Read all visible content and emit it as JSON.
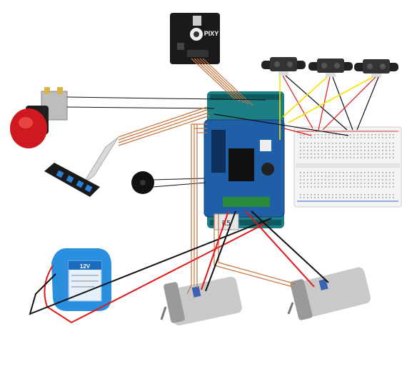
{
  "diagram": {
    "pixy_label": "PIXY",
    "battery_label": "12V",
    "shield_label": "R5",
    "colors": {
      "wire_copper": "#c8733c",
      "wire_red": "#e01818",
      "wire_black": "#111111",
      "wire_yellow": "#f2e200",
      "board_blue": "#1f5fa8",
      "arduino_teal": "#1c7f86",
      "breadboard": "#f1f1f1",
      "motor_silver": "#c9c9c9",
      "battery_blue": "#2b8fe0",
      "button_red": "#d01820"
    },
    "components": [
      "pixy-camera",
      "ir-distance-sensor-1",
      "ir-distance-sensor-2",
      "ir-distance-sensor-3",
      "emergency-stop-button",
      "membrane-keypad",
      "buzzer",
      "arduino-motor-shield",
      "breadboard",
      "battery-pack-12v",
      "dc-motor-left",
      "dc-motor-right"
    ]
  }
}
